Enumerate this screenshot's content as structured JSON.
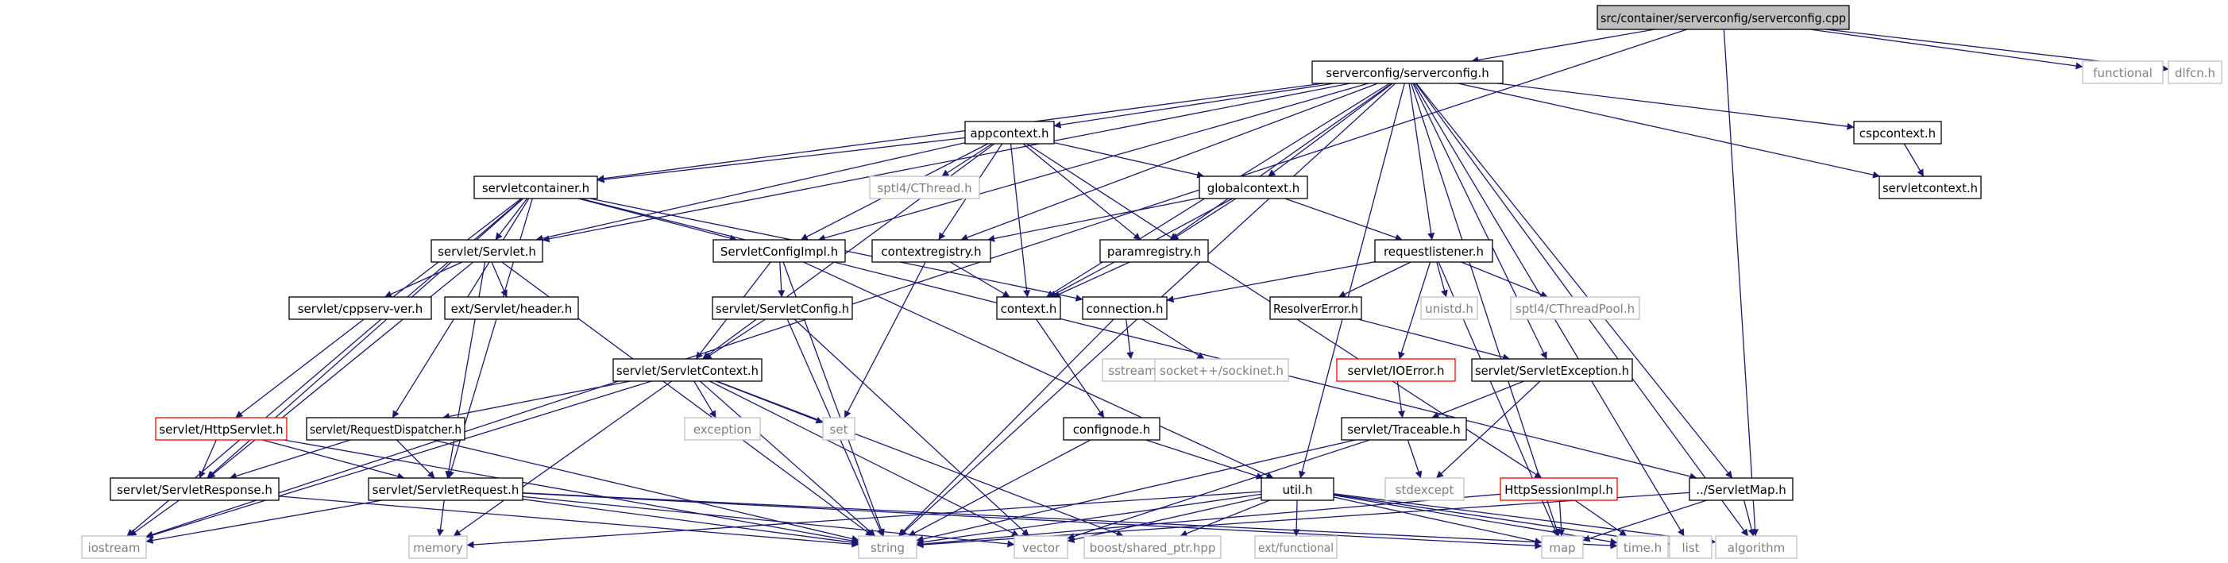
{
  "colors": {
    "edge": "#191970",
    "root_fill": "#bfbfbf",
    "root_text": "#000000",
    "normal_border": "#000000",
    "normal_text": "#000000",
    "system_border": "#bfbfbf",
    "system_text": "#808080",
    "truncated_border": "#ff0000",
    "background": "#ffffff"
  },
  "nodes": [
    {
      "id": "root",
      "label": "src/container/serverconfig/serverconfig.cpp",
      "kind": "root"
    },
    {
      "id": "sc_h",
      "label": "serverconfig/serverconfig.h",
      "kind": "normal"
    },
    {
      "id": "functional",
      "label": "functional",
      "kind": "system"
    },
    {
      "id": "dlfcn",
      "label": "dlfcn.h",
      "kind": "system"
    },
    {
      "id": "appcontext",
      "label": "appcontext.h",
      "kind": "normal"
    },
    {
      "id": "cspcontext",
      "label": "cspcontext.h",
      "kind": "normal"
    },
    {
      "id": "servletcontainer",
      "label": "servletcontainer.h",
      "kind": "normal"
    },
    {
      "id": "spti_cthread",
      "label": "sptl4/CThread.h",
      "kind": "system"
    },
    {
      "id": "globalcontext",
      "label": "globalcontext.h",
      "kind": "normal"
    },
    {
      "id": "servletcontext_h",
      "label": "servletcontext.h",
      "kind": "normal"
    },
    {
      "id": "servlet_servlet",
      "label": "servlet/Servlet.h",
      "kind": "normal"
    },
    {
      "id": "servletconfigimpl",
      "label": "ServletConfigImpl.h",
      "kind": "normal"
    },
    {
      "id": "contextregistry",
      "label": "contextregistry.h",
      "kind": "normal"
    },
    {
      "id": "paramregistry",
      "label": "paramregistry.h",
      "kind": "normal"
    },
    {
      "id": "requestlistener",
      "label": "requestlistener.h",
      "kind": "normal"
    },
    {
      "id": "cppserv_ver",
      "label": "servlet/cppserv-ver.h",
      "kind": "normal"
    },
    {
      "id": "ext_header",
      "label": "ext/Servlet/header.h",
      "kind": "normal"
    },
    {
      "id": "servletconfig",
      "label": "servlet/ServletConfig.h",
      "kind": "normal"
    },
    {
      "id": "context_h",
      "label": "context.h",
      "kind": "normal"
    },
    {
      "id": "connection",
      "label": "connection.h",
      "kind": "normal"
    },
    {
      "id": "resolvererror",
      "label": "ResolverError.h",
      "kind": "normal"
    },
    {
      "id": "unistd",
      "label": "unistd.h",
      "kind": "system"
    },
    {
      "id": "spti_pool",
      "label": "sptl4/CThreadPool.h",
      "kind": "system"
    },
    {
      "id": "servletcontext_s",
      "label": "servlet/ServletContext.h",
      "kind": "normal"
    },
    {
      "id": "sstream",
      "label": "sstream",
      "kind": "system"
    },
    {
      "id": "sockinet",
      "label": "socket++/sockinet.h",
      "kind": "system"
    },
    {
      "id": "ioerror",
      "label": "servlet/IOError.h",
      "kind": "truncated"
    },
    {
      "id": "servletexception",
      "label": "servlet/ServletException.h",
      "kind": "normal"
    },
    {
      "id": "httpservlet",
      "label": "servlet/HttpServlet.h",
      "kind": "truncated"
    },
    {
      "id": "requestdispatcher",
      "label": "servlet/RequestDispatcher.h",
      "kind": "normal"
    },
    {
      "id": "exception",
      "label": "exception",
      "kind": "system"
    },
    {
      "id": "set",
      "label": "set",
      "kind": "system"
    },
    {
      "id": "confignode",
      "label": "confignode.h",
      "kind": "normal"
    },
    {
      "id": "traceable",
      "label": "servlet/Traceable.h",
      "kind": "normal"
    },
    {
      "id": "servletresponse",
      "label": "servlet/ServletResponse.h",
      "kind": "normal"
    },
    {
      "id": "servletrequest",
      "label": "servlet/ServletRequest.h",
      "kind": "normal"
    },
    {
      "id": "util",
      "label": "util.h",
      "kind": "normal"
    },
    {
      "id": "stdexcept",
      "label": "stdexcept",
      "kind": "system"
    },
    {
      "id": "httpsessionimpl",
      "label": "HttpSessionImpl.h",
      "kind": "truncated"
    },
    {
      "id": "servletmap",
      "label": "../ServletMap.h",
      "kind": "normal"
    },
    {
      "id": "iostream",
      "label": "iostream",
      "kind": "system"
    },
    {
      "id": "memory",
      "label": "memory",
      "kind": "system"
    },
    {
      "id": "string",
      "label": "string",
      "kind": "system"
    },
    {
      "id": "vector",
      "label": "vector",
      "kind": "system"
    },
    {
      "id": "shared_ptr",
      "label": "boost/shared_ptr.hpp",
      "kind": "system"
    },
    {
      "id": "ext_functional",
      "label": "ext/functional",
      "kind": "system"
    },
    {
      "id": "map",
      "label": "map",
      "kind": "system"
    },
    {
      "id": "time",
      "label": "time.h",
      "kind": "system"
    },
    {
      "id": "list",
      "label": "list",
      "kind": "system"
    },
    {
      "id": "algorithm",
      "label": "algorithm",
      "kind": "system"
    }
  ],
  "edges": [
    [
      "root",
      "sc_h"
    ],
    [
      "root",
      "functional"
    ],
    [
      "root",
      "dlfcn"
    ],
    [
      "root",
      "iostream"
    ],
    [
      "root",
      "algorithm"
    ],
    [
      "sc_h",
      "appcontext"
    ],
    [
      "sc_h",
      "cspcontext"
    ],
    [
      "sc_h",
      "servletcontainer"
    ],
    [
      "sc_h",
      "servlet_servlet"
    ],
    [
      "sc_h",
      "servletconfigimpl"
    ],
    [
      "sc_h",
      "contextregistry"
    ],
    [
      "sc_h",
      "paramregistry"
    ],
    [
      "sc_h",
      "globalcontext"
    ],
    [
      "sc_h",
      "requestlistener"
    ],
    [
      "sc_h",
      "context_h"
    ],
    [
      "sc_h",
      "servletcontext_h"
    ],
    [
      "sc_h",
      "servletexception"
    ],
    [
      "sc_h",
      "util"
    ],
    [
      "sc_h",
      "servletmap"
    ],
    [
      "sc_h",
      "string"
    ],
    [
      "sc_h",
      "map"
    ],
    [
      "sc_h",
      "list"
    ],
    [
      "sc_h",
      "algorithm"
    ],
    [
      "cspcontext",
      "servletcontext_h"
    ],
    [
      "appcontext",
      "servletcontainer"
    ],
    [
      "appcontext",
      "spti_cthread"
    ],
    [
      "appcontext",
      "globalcontext"
    ],
    [
      "appcontext",
      "servlet_servlet"
    ],
    [
      "appcontext",
      "servletconfigimpl"
    ],
    [
      "appcontext",
      "contextregistry"
    ],
    [
      "appcontext",
      "paramregistry"
    ],
    [
      "appcontext",
      "context_h"
    ],
    [
      "appcontext",
      "servletcontext_s"
    ],
    [
      "appcontext",
      "httpsessionimpl"
    ],
    [
      "servletcontainer",
      "servlet_servlet"
    ],
    [
      "servletcontainer",
      "servletconfigimpl"
    ],
    [
      "servletcontainer",
      "connection"
    ],
    [
      "servletcontainer",
      "httpservlet"
    ],
    [
      "servletcontainer",
      "requestdispatcher"
    ],
    [
      "servletcontainer",
      "servletrequest"
    ],
    [
      "servletcontainer",
      "servletresponse"
    ],
    [
      "servletcontainer",
      "iostream"
    ],
    [
      "servletcontainer",
      "servletmap"
    ],
    [
      "globalcontext",
      "contextregistry"
    ],
    [
      "globalcontext",
      "paramregistry"
    ],
    [
      "globalcontext",
      "context_h"
    ],
    [
      "globalcontext",
      "requestlistener"
    ],
    [
      "servlet_servlet",
      "cppserv_ver"
    ],
    [
      "servlet_servlet",
      "ext_header"
    ],
    [
      "servlet_servlet",
      "servletresponse"
    ],
    [
      "servlet_servlet",
      "servletrequest"
    ],
    [
      "servlet_servlet",
      "string"
    ],
    [
      "servletconfigimpl",
      "servletconfig"
    ],
    [
      "servletconfigimpl",
      "servletcontext_s"
    ],
    [
      "servletconfigimpl",
      "string"
    ],
    [
      "servletconfigimpl",
      "util"
    ],
    [
      "contextregistry",
      "context_h"
    ],
    [
      "contextregistry",
      "set"
    ],
    [
      "paramregistry",
      "context_h"
    ],
    [
      "requestlistener",
      "connection"
    ],
    [
      "requestlistener",
      "resolvererror"
    ],
    [
      "requestlistener",
      "unistd"
    ],
    [
      "requestlistener",
      "spti_pool"
    ],
    [
      "requestlistener",
      "ioerror"
    ],
    [
      "requestlistener",
      "map"
    ],
    [
      "servletconfig",
      "servletcontext_s"
    ],
    [
      "servletconfig",
      "string"
    ],
    [
      "servletconfig",
      "vector"
    ],
    [
      "context_h",
      "confignode"
    ],
    [
      "connection",
      "sstream"
    ],
    [
      "connection",
      "sockinet"
    ],
    [
      "connection",
      "string"
    ],
    [
      "resolvererror",
      "servletexception"
    ],
    [
      "ioerror",
      "traceable"
    ],
    [
      "servletexception",
      "traceable"
    ],
    [
      "servletexception",
      "stdexcept"
    ],
    [
      "servletcontext_s",
      "requestdispatcher"
    ],
    [
      "servletcontext_s",
      "exception"
    ],
    [
      "servletcontext_s",
      "set"
    ],
    [
      "servletcontext_s",
      "iostream"
    ],
    [
      "servletcontext_s",
      "memory"
    ],
    [
      "servletcontext_s",
      "string"
    ],
    [
      "servletcontext_s",
      "vector"
    ],
    [
      "servletcontext_s",
      "shared_ptr"
    ],
    [
      "httpservlet",
      "servletresponse"
    ],
    [
      "httpservlet",
      "servletrequest"
    ],
    [
      "httpservlet",
      "string"
    ],
    [
      "requestdispatcher",
      "servletresponse"
    ],
    [
      "requestdispatcher",
      "servletrequest"
    ],
    [
      "requestdispatcher",
      "string"
    ],
    [
      "confignode",
      "util"
    ],
    [
      "confignode",
      "string"
    ],
    [
      "traceable",
      "stdexcept"
    ],
    [
      "traceable",
      "string"
    ],
    [
      "traceable",
      "vector"
    ],
    [
      "servletresponse",
      "iostream"
    ],
    [
      "servletresponse",
      "string"
    ],
    [
      "servletrequest",
      "iostream"
    ],
    [
      "servletrequest",
      "memory"
    ],
    [
      "servletrequest",
      "string"
    ],
    [
      "servletrequest",
      "vector"
    ],
    [
      "servletrequest",
      "map"
    ],
    [
      "servletrequest",
      "time"
    ],
    [
      "util",
      "string"
    ],
    [
      "util",
      "vector"
    ],
    [
      "util",
      "shared_ptr"
    ],
    [
      "util",
      "ext_functional"
    ],
    [
      "util",
      "map"
    ],
    [
      "util",
      "list"
    ],
    [
      "util",
      "algorithm"
    ],
    [
      "util",
      "memory"
    ],
    [
      "util",
      "time"
    ],
    [
      "httpsessionimpl",
      "string"
    ],
    [
      "httpsessionimpl",
      "map"
    ],
    [
      "httpsessionimpl",
      "time"
    ],
    [
      "servletmap",
      "string"
    ],
    [
      "servletmap",
      "map"
    ],
    [
      "servletmap",
      "algorithm"
    ]
  ]
}
